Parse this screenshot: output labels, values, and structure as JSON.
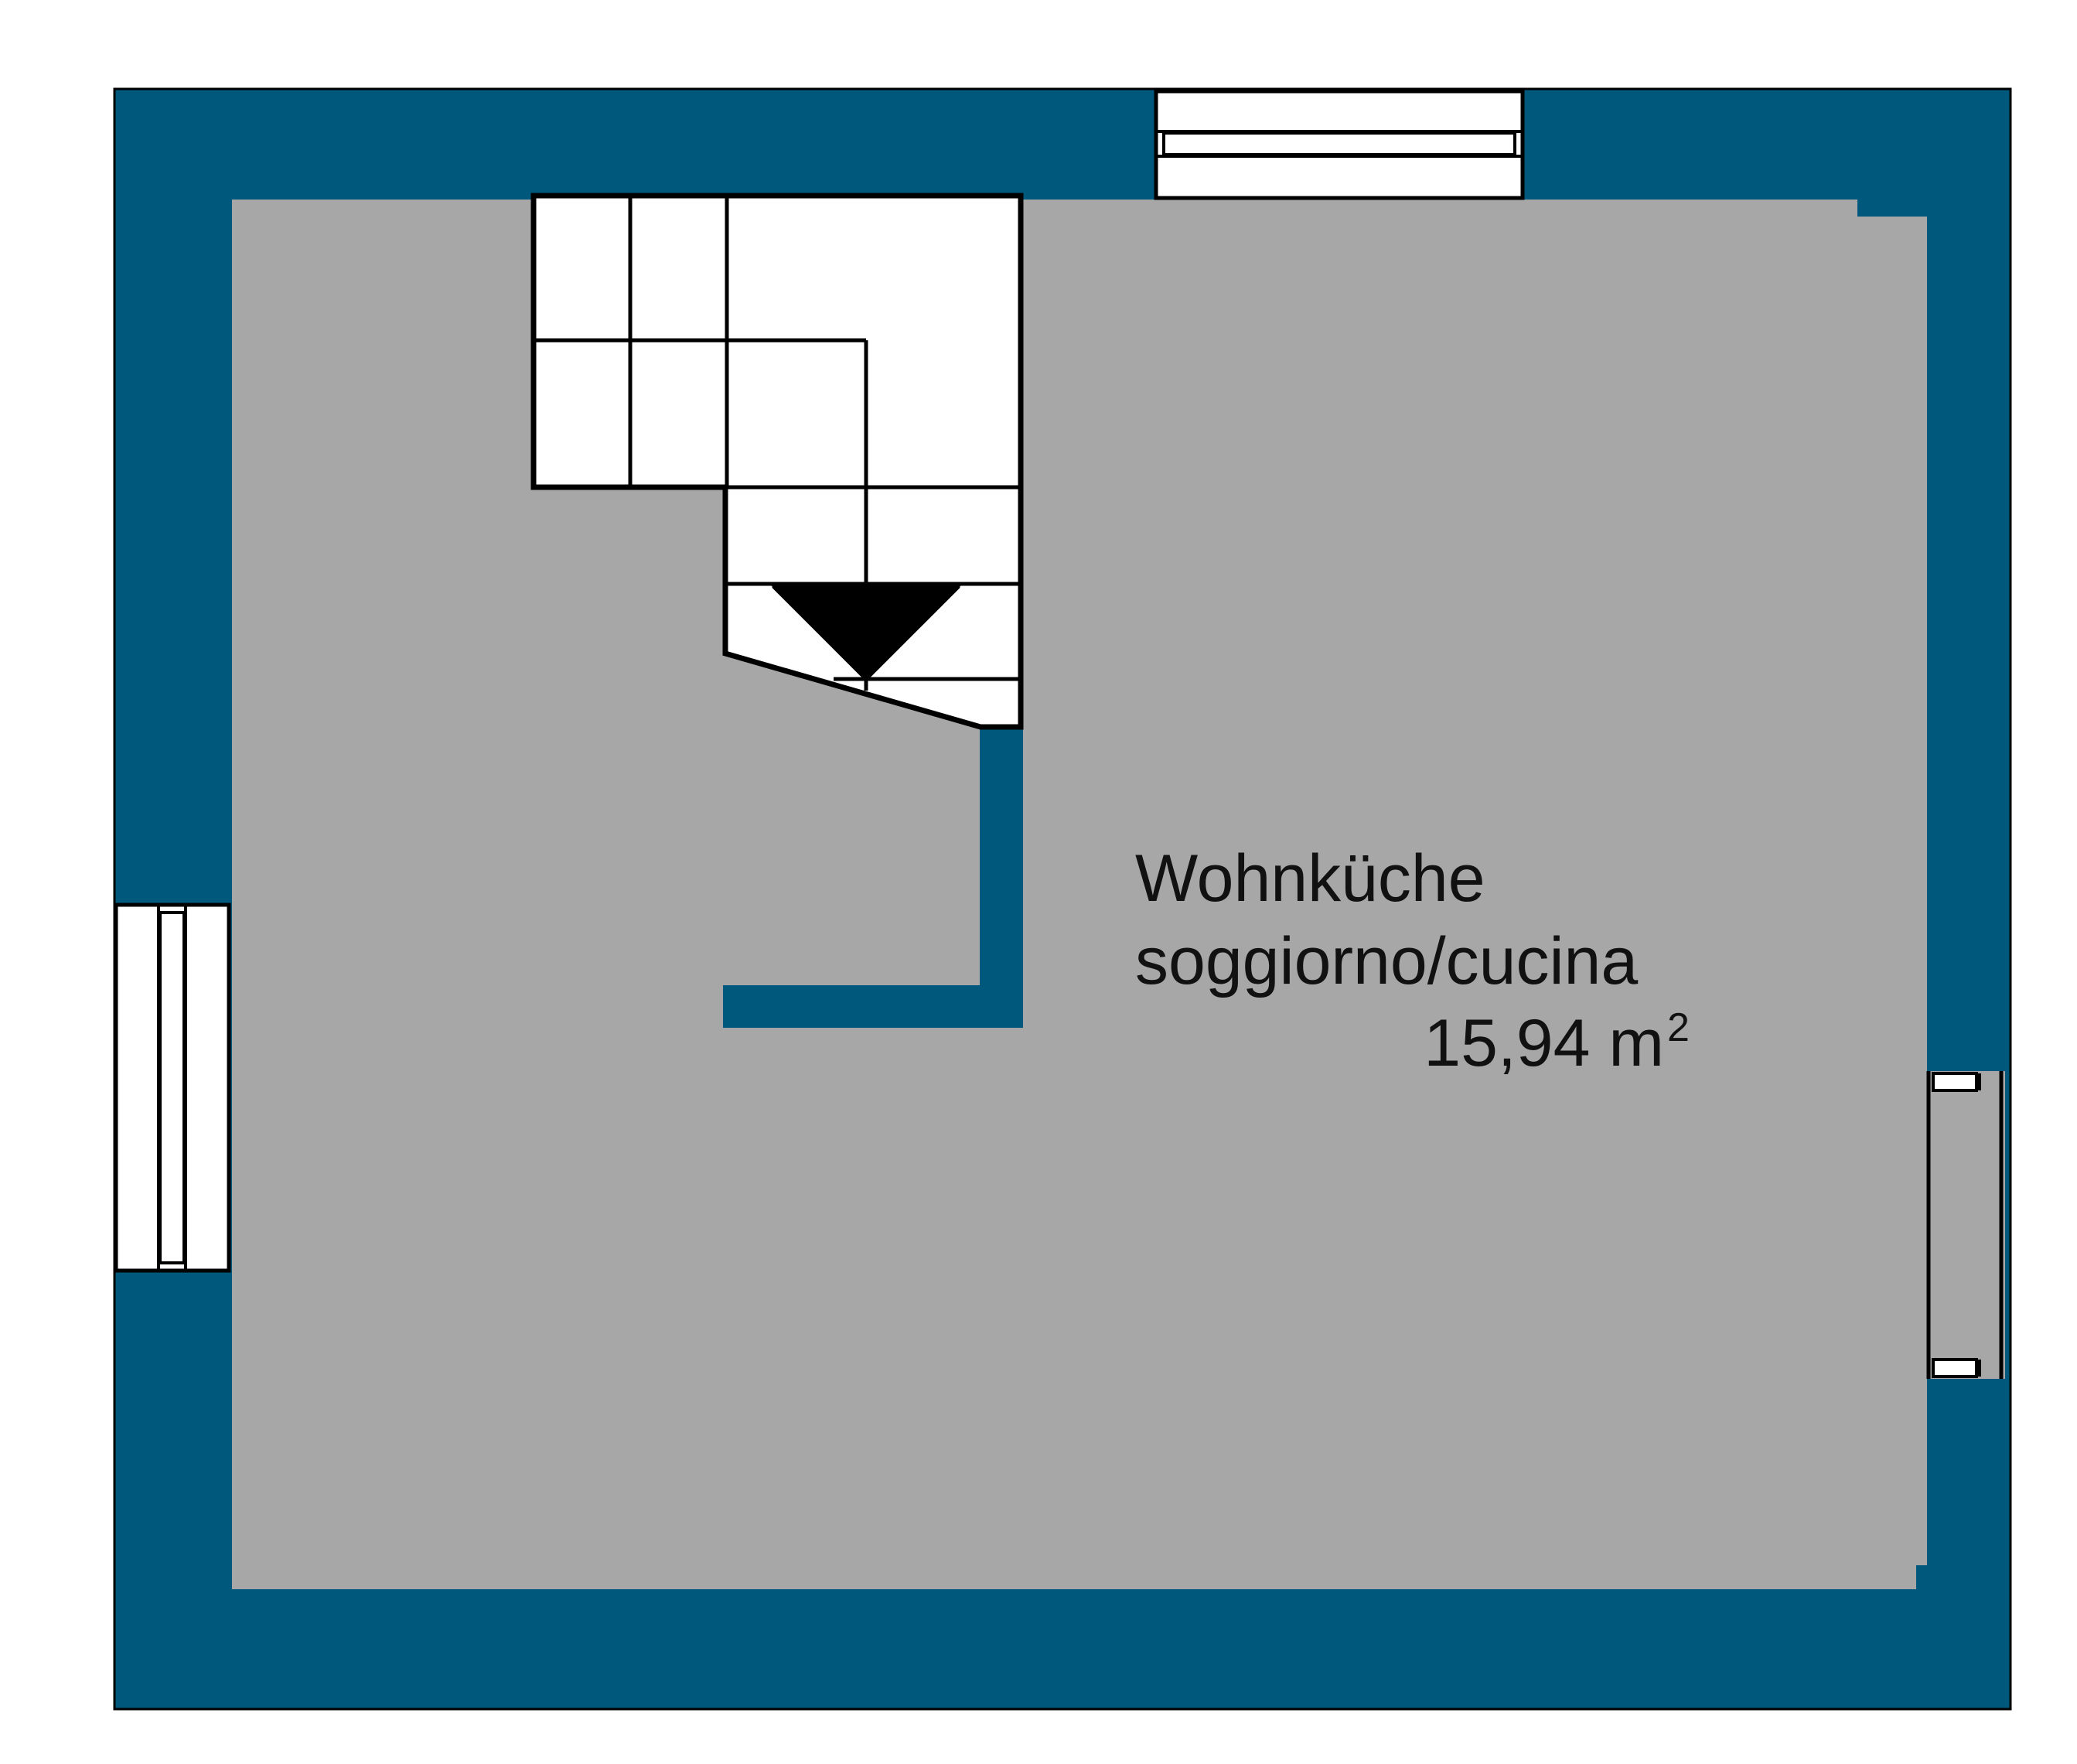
{
  "colors": {
    "wall": "#00587d",
    "floor": "#a7a7a7",
    "line": "#000000",
    "stairs_fill": "#ffffff",
    "window_fill": "#ffffff",
    "background": "#ffffff"
  },
  "room": {
    "name_de": "Wohnküche",
    "name_it": "soggiorno/cucina",
    "area_value": "15,94 m",
    "area_unit_exponent": "2"
  }
}
